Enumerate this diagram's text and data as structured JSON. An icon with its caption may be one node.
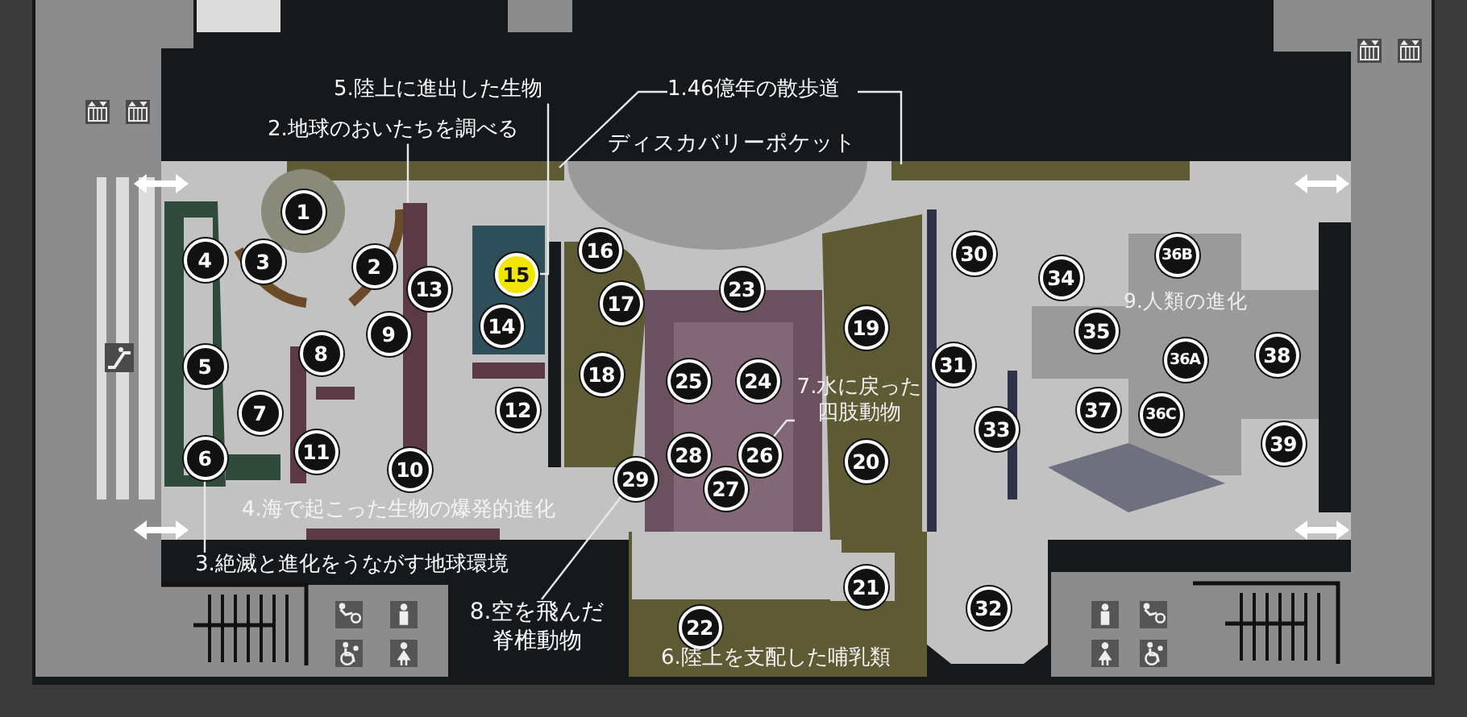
{
  "diagram": {
    "nodes": [
      {
        "text": [
          "5.陸上に進出した生物"
        ]
      },
      {
        "text": [
          "1.46億年の散歩道"
        ]
      },
      {
        "text": [
          "2.地球のおいたちを調べる"
        ]
      },
      {
        "text": [
          "7.水に戻った四肢動物"
        ]
      },
      {
        "text": [
          "3.絶滅と進化をうながす地球環境"
        ]
      },
      {
        "text": [
          "8.空を飛んだ脊椎動物"
        ]
      },
      {
        "text": [
          "1"
        ]
      },
      {
        "text": [
          "2"
        ]
      },
      {
        "text": [
          "3"
        ]
      },
      {
        "text": [
          "4"
        ]
      },
      {
        "text": [
          "5"
        ]
      },
      {
        "text": [
          "6"
        ]
      },
      {
        "text": [
          "7"
        ]
      },
      {
        "text": [
          "8"
        ]
      },
      {
        "text": [
          "9"
        ]
      },
      {
        "text": [
          "10"
        ]
      },
      {
        "text": [
          "11"
        ]
      },
      {
        "text": [
          "12"
        ]
      },
      {
        "text": [
          "13"
        ]
      },
      {
        "text": [
          "14"
        ]
      },
      {
        "text": [
          "15"
        ]
      },
      {
        "text": [
          "16"
        ]
      },
      {
        "text": [
          "17"
        ]
      },
      {
        "text": [
          "18"
        ]
      },
      {
        "text": [
          "19"
        ]
      },
      {
        "text": [
          "20"
        ]
      },
      {
        "text": [
          "21"
        ]
      },
      {
        "text": [
          "22"
        ]
      },
      {
        "text": [
          "23"
        ]
      },
      {
        "text": [
          "24"
        ]
      },
      {
        "text": [
          "25"
        ]
      },
      {
        "text": [
          "26"
        ]
      },
      {
        "text": [
          "27"
        ]
      },
      {
        "text": [
          "28"
        ]
      },
      {
        "text": [
          "29"
        ]
      },
      {
        "text": [
          "30"
        ]
      },
      {
        "text": [
          "31"
        ]
      },
      {
        "text": [
          "32"
        ]
      },
      {
        "text": [
          "33"
        ]
      },
      {
        "text": [
          "34"
        ]
      },
      {
        "text": [
          "35"
        ]
      },
      {
        "text": [
          "36A"
        ]
      },
      {
        "text": [
          "36B"
        ]
      },
      {
        "text": [
          "36C"
        ]
      },
      {
        "text": [
          "37"
        ]
      },
      {
        "text": [
          "38"
        ]
      },
      {
        "text": [
          "39"
        ]
      }
    ],
    "edges": [
      {
        "from": 0,
        "to": 20,
        "arrow": "none"
      },
      {
        "from": 1,
        "to": null,
        "arrow": "none"
      },
      {
        "from": 1,
        "to": null,
        "arrow": "none"
      },
      {
        "from": 2,
        "to": null,
        "arrow": "none"
      },
      {
        "from": 3,
        "to": 31,
        "arrow": "none"
      },
      {
        "from": 4,
        "to": 11,
        "arrow": "none"
      },
      {
        "from": 5,
        "to": 34,
        "arrow": "none"
      }
    ],
    "labels": [
      "ディスカバリーポケット",
      "9.人類の進化",
      "4.海で起こった生物の爆発的進化",
      "6.陸上を支配した哺乳類"
    ]
  }
}
